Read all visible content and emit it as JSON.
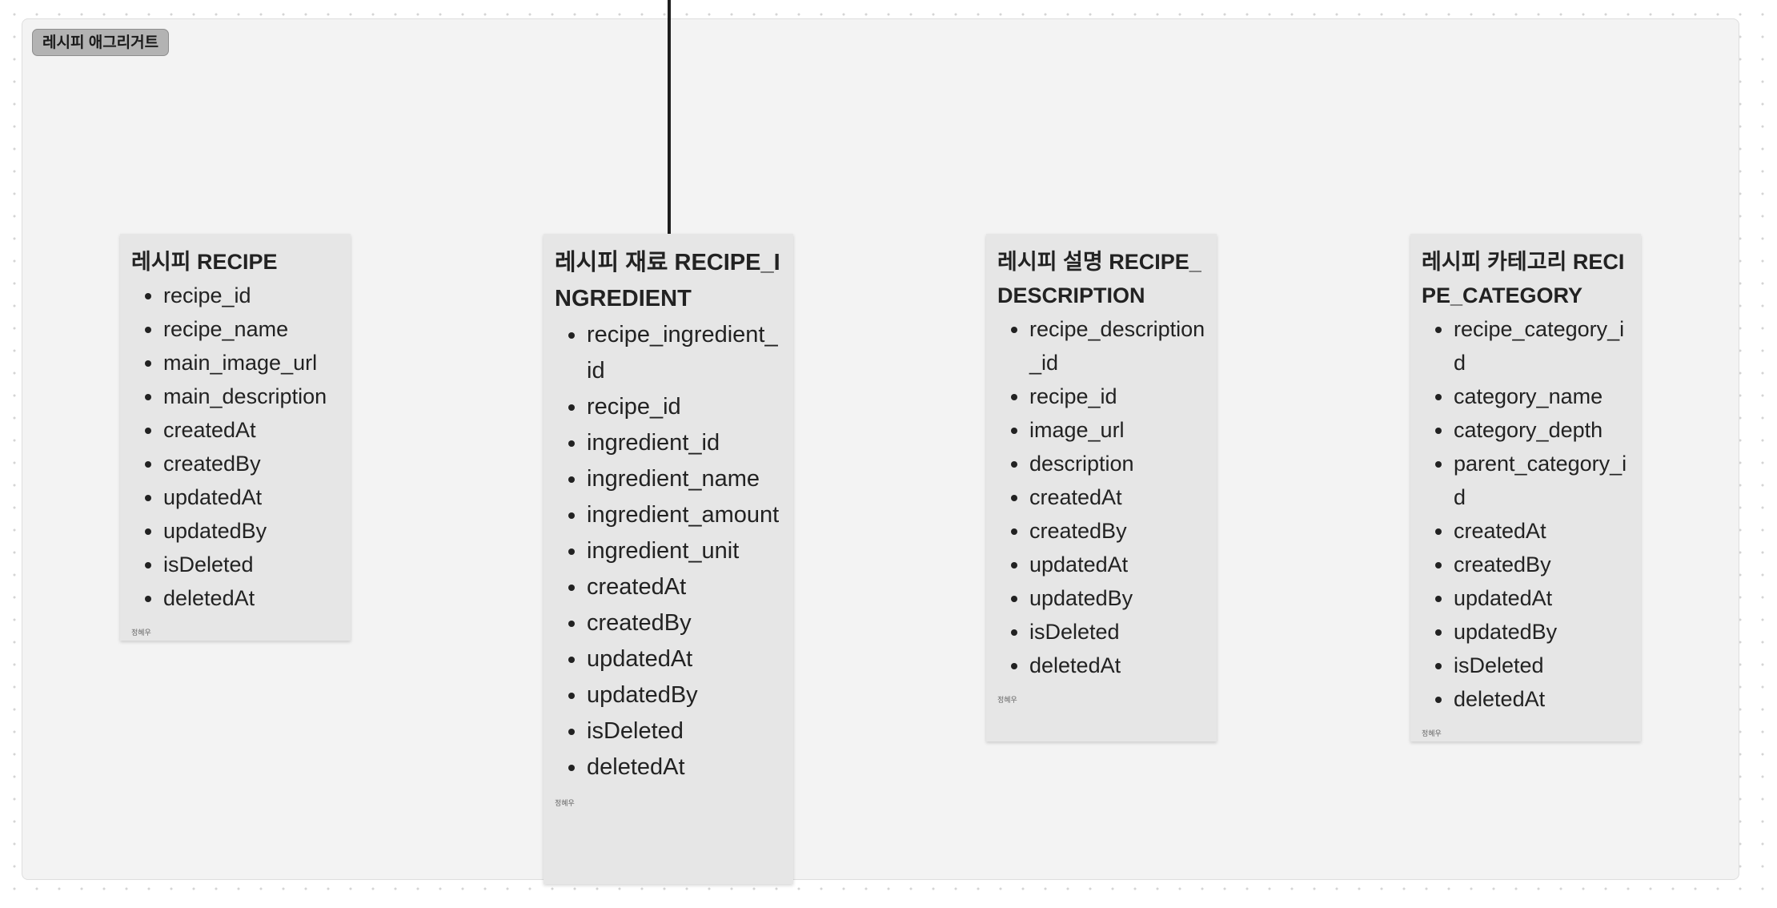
{
  "section": {
    "label": "레시피 애그리거트"
  },
  "notes": [
    {
      "id": "recipe",
      "title": "레시피 RECIPE",
      "fields": [
        "recipe_id",
        "recipe_name",
        "main_image_url",
        "main_description",
        "createdAt",
        "createdBy",
        "updatedAt",
        "updatedBy",
        "isDeleted",
        "deletedAt"
      ],
      "author": "정혜우"
    },
    {
      "id": "ingredient",
      "title": "레시피 재료 RECIPE_INGREDIENT",
      "fields": [
        "recipe_ingredient_id",
        "recipe_id",
        "ingredient_id",
        "ingredient_name",
        "ingredient_amount",
        "ingredient_unit",
        "createdAt",
        "createdBy",
        "updatedAt",
        "updatedBy",
        "isDeleted",
        "deletedAt"
      ],
      "author": "정혜우"
    },
    {
      "id": "description",
      "title": "레시피 설명 RECIPE_DESCRIPTION",
      "fields": [
        "recipe_description_id",
        "recipe_id",
        "image_url",
        "description",
        "createdAt",
        "createdBy",
        "updatedAt",
        "updatedBy",
        "isDeleted",
        "deletedAt"
      ],
      "author": "정혜우"
    },
    {
      "id": "category",
      "title": "레시피 카테고리 RECIPE_CATEGORY",
      "fields": [
        "recipe_category_id",
        "category_name",
        "category_depth",
        "parent_category_id",
        "createdAt",
        "createdBy",
        "updatedAt",
        "updatedBy",
        "isDeleted",
        "deletedAt"
      ],
      "author": "정혜우"
    }
  ],
  "colors": {
    "canvas": "#ffffff",
    "section_fill": "#f3f3f3",
    "label_fill": "#b3b3b3",
    "note_fill": "#e6e6e6",
    "connector": "#1e1e1e",
    "text": "#222222"
  }
}
